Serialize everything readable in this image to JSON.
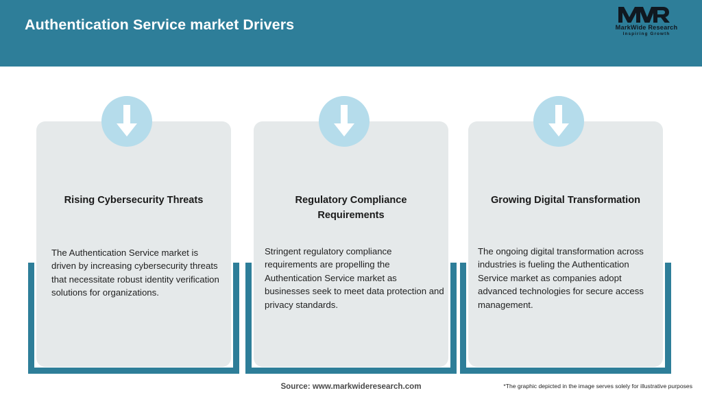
{
  "header": {
    "title": "Authentication Service market Drivers",
    "background_color": "#2e7e99",
    "title_color": "#ffffff"
  },
  "logo": {
    "mark": "MWR",
    "company": "MarkWide Research",
    "tagline": "Inspiring Growth"
  },
  "theme": {
    "accent_teal": "#2e7e99",
    "icon_circle_blue": "#b5dceb",
    "card_gray": "#e5e9ea",
    "page_background": "#ffffff"
  },
  "cards": [
    {
      "icon": "arrow-down-icon",
      "title": "Rising Cybersecurity Threats",
      "body": "The Authentication Service market is driven by increasing cybersecurity threats that necessitate robust identity verification solutions for organizations."
    },
    {
      "icon": "arrow-down-icon",
      "title": "Regulatory Compliance Requirements",
      "body": "Stringent regulatory compliance requirements are propelling the Authentication Service market as businesses seek to meet data protection and privacy standards."
    },
    {
      "icon": "arrow-down-icon",
      "title": "Growing Digital Transformation",
      "body": "The ongoing digital transformation across industries is fueling the Authentication Service market as companies adopt advanced technologies for secure access management."
    }
  ],
  "footer": {
    "source": "Source: www.markwideresearch.com",
    "disclaimer": "*The graphic depicted in the image serves solely for illustrative purposes"
  }
}
